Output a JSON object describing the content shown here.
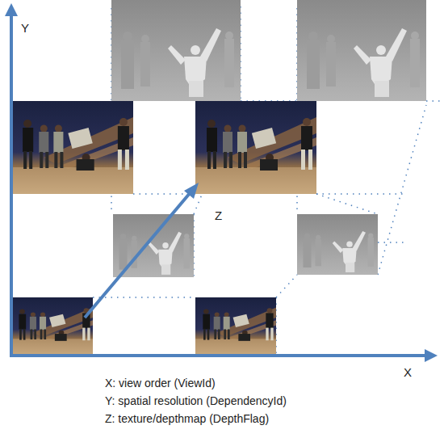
{
  "diagram": {
    "labels": [
      "Y",
      "Z",
      "X",
      "X: view order (ViewId)",
      "Y: spatial resolution (DependencyId)",
      "Z: texture/depthmap (DepthFlag)"
    ]
  }
}
